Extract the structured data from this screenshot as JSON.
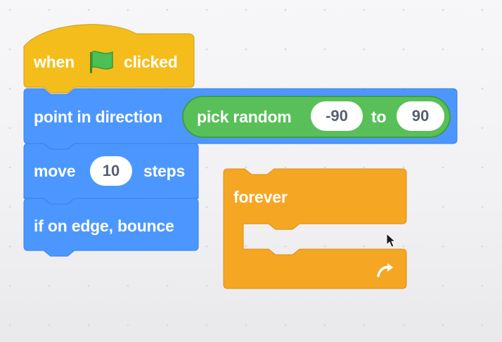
{
  "colors": {
    "events": "#f5bd1c",
    "motion": "#4c97ff",
    "operators": "#59c059",
    "control": "#f5a623",
    "input_text": "#575e75",
    "background": "#f5f5f7"
  },
  "blocks": {
    "when_flag_clicked": {
      "prefix": "when",
      "icon": "green-flag-icon",
      "suffix": "clicked"
    },
    "point_in_direction": {
      "label": "point in direction",
      "pick_random": {
        "label": "pick random",
        "from": "-90",
        "to_label": "to",
        "to": "90"
      }
    },
    "move_steps": {
      "prefix": "move",
      "value": "10",
      "suffix": "steps"
    },
    "bounce": {
      "label": "if on edge, bounce"
    },
    "forever": {
      "label": "forever",
      "icon": "loop-arrow-icon"
    }
  }
}
